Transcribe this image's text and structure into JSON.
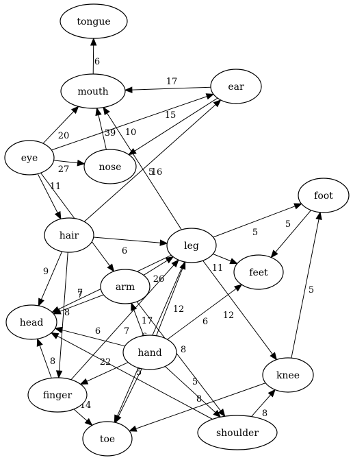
{
  "diagram": {
    "nodes": [
      {
        "id": "tongue",
        "label": "tongue"
      },
      {
        "id": "mouth",
        "label": "mouth"
      },
      {
        "id": "ear",
        "label": "ear"
      },
      {
        "id": "eye",
        "label": "eye"
      },
      {
        "id": "nose",
        "label": "nose"
      },
      {
        "id": "hair",
        "label": "hair"
      },
      {
        "id": "foot",
        "label": "foot"
      },
      {
        "id": "leg",
        "label": "leg"
      },
      {
        "id": "feet",
        "label": "feet"
      },
      {
        "id": "arm",
        "label": "arm"
      },
      {
        "id": "head",
        "label": "head"
      },
      {
        "id": "hand",
        "label": "hand"
      },
      {
        "id": "knee",
        "label": "knee"
      },
      {
        "id": "finger",
        "label": "finger"
      },
      {
        "id": "toe",
        "label": "toe"
      },
      {
        "id": "shoulder",
        "label": "shoulder"
      }
    ],
    "edges": [
      {
        "from": "mouth",
        "to": "tongue",
        "label": "6"
      },
      {
        "from": "ear",
        "to": "mouth",
        "label": "17"
      },
      {
        "from": "eye",
        "to": "mouth",
        "label": "20"
      },
      {
        "from": "eye",
        "to": "ear",
        "label": "15"
      },
      {
        "from": "nose",
        "to": "mouth",
        "label": "39"
      },
      {
        "from": "leg",
        "to": "mouth",
        "label": "10"
      },
      {
        "from": "ear",
        "to": "nose",
        "label": "5"
      },
      {
        "from": "eye",
        "to": "nose",
        "label": "27"
      },
      {
        "from": "hair",
        "to": "ear",
        "label": "16"
      },
      {
        "from": "eye",
        "to": "hair",
        "label": "11"
      },
      {
        "from": "eye",
        "to": "arm",
        "label": "5"
      },
      {
        "from": "hair",
        "to": "leg",
        "label": "6"
      },
      {
        "from": "hair",
        "to": "head",
        "label": "9"
      },
      {
        "from": "hair",
        "to": "finger",
        "label": "7"
      },
      {
        "from": "leg",
        "to": "foot",
        "label": "5"
      },
      {
        "from": "foot",
        "to": "feet",
        "label": "5"
      },
      {
        "from": "leg",
        "to": "feet",
        "label": "11"
      },
      {
        "from": "leg",
        "to": "knee",
        "label": "12"
      },
      {
        "from": "knee",
        "to": "foot",
        "label": "5"
      },
      {
        "from": "arm",
        "to": "leg",
        "label": "26"
      },
      {
        "from": "leg",
        "to": "head",
        "label": "5"
      },
      {
        "from": "arm",
        "to": "head",
        "label": "7"
      },
      {
        "from": "arm",
        "to": "shoulder",
        "label": "8"
      },
      {
        "from": "hand",
        "to": "arm",
        "label": "17"
      },
      {
        "from": "hand",
        "to": "leg",
        "label": "12"
      },
      {
        "from": "hand",
        "to": "feet",
        "label": "6"
      },
      {
        "from": "hand",
        "to": "head",
        "label": "6"
      },
      {
        "from": "hand",
        "to": "finger",
        "label": "22"
      },
      {
        "from": "hand",
        "to": "shoulder",
        "label": "5"
      },
      {
        "from": "hand",
        "to": "toe",
        "label": "8"
      },
      {
        "from": "finger",
        "to": "leg",
        "label": "7"
      },
      {
        "from": "leg",
        "to": "toe",
        "label": "5"
      },
      {
        "from": "finger",
        "to": "head",
        "label": "8"
      },
      {
        "from": "finger",
        "to": "toe",
        "label": "14"
      },
      {
        "from": "shoulder",
        "to": "head",
        "label": "6"
      },
      {
        "from": "shoulder",
        "to": "knee",
        "label": "8"
      },
      {
        "from": "knee",
        "to": "toe",
        "label": "8"
      }
    ]
  }
}
